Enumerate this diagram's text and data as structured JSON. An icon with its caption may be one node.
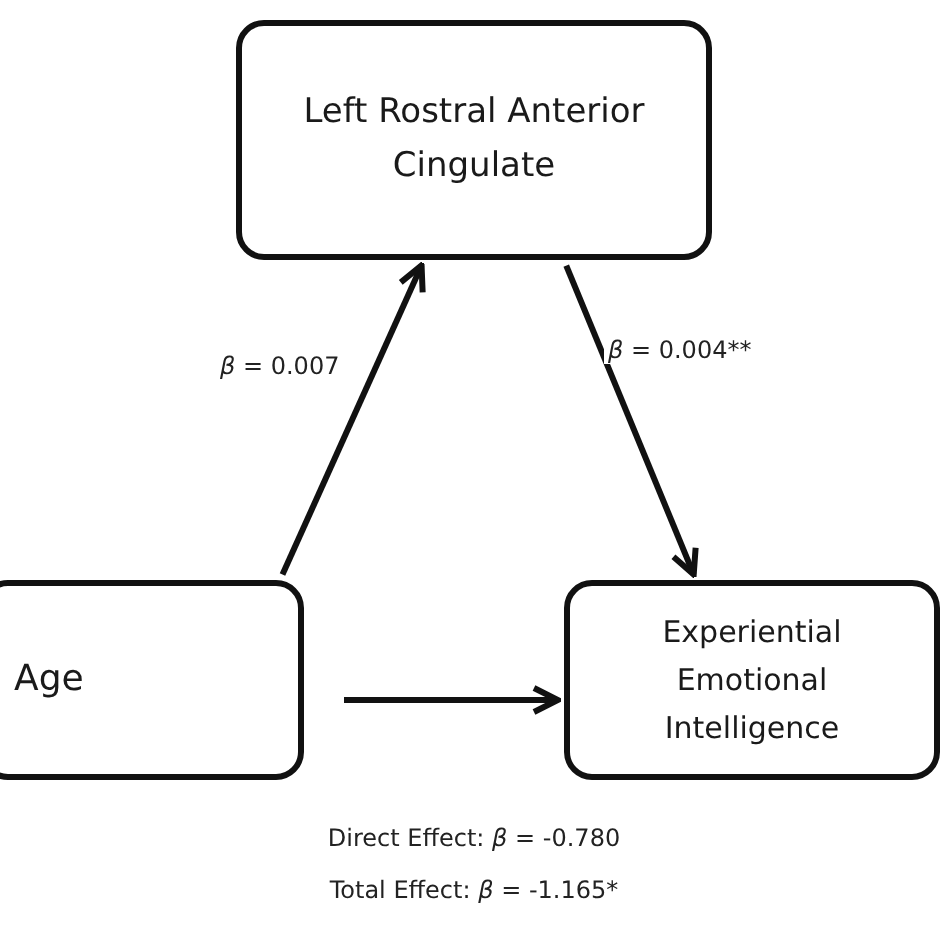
{
  "diagram": {
    "nodes": [
      {
        "text": [
          "Left Rostral Anterior Cingulate"
        ]
      },
      {
        "text": [
          "Age"
        ]
      },
      {
        "text": [
          "Experiential Emotional Intelligence"
        ]
      }
    ],
    "edges": [
      {
        "from": 1,
        "to": 0,
        "arrow": "to",
        "label": "*β* = 0.007"
      },
      {
        "from": 0,
        "to": 2,
        "arrow": "to",
        "label": "*β* = 0.004**"
      },
      {
        "from": 1,
        "to": 2,
        "arrow": "to"
      }
    ],
    "labels": [
      "Direct Effect: *β* = -0.780",
      "Total Effect: *β* = -1.165*"
    ]
  }
}
